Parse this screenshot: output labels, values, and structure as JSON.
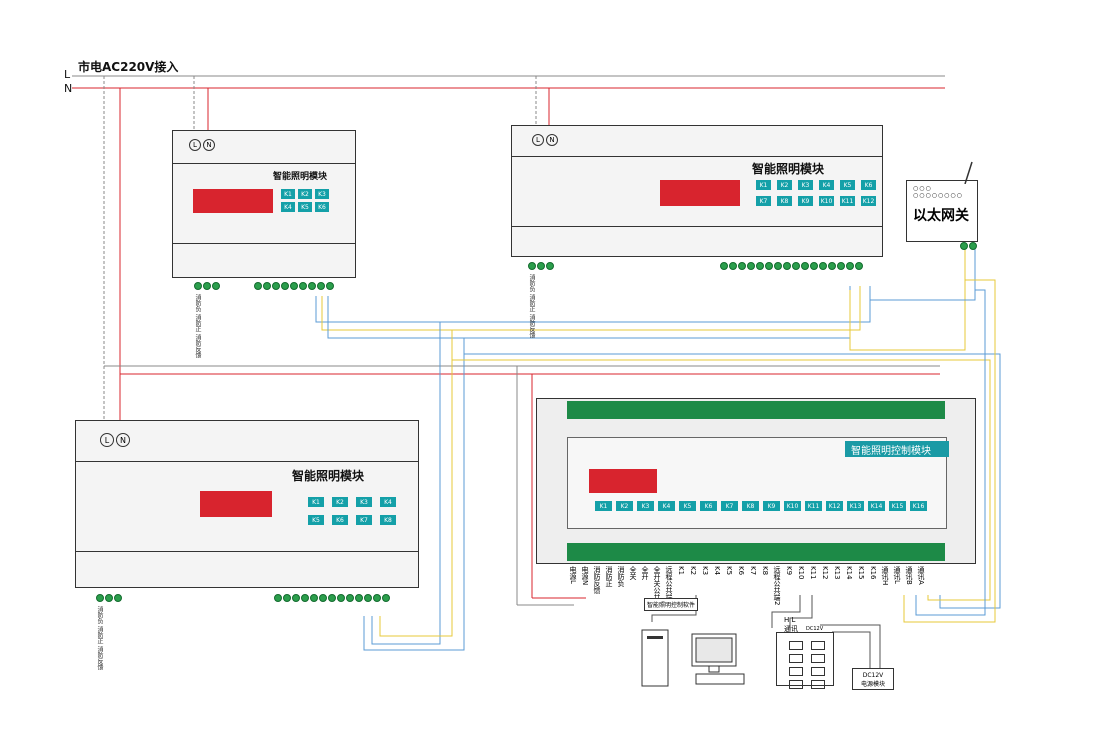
{
  "power": {
    "title": "市电AC220V接入",
    "L": "L",
    "N": "N"
  },
  "module_title": "智能照明模块",
  "ln": {
    "L": "L",
    "N": "N"
  },
  "keys6": [
    "K1",
    "K2",
    "K3",
    "K4",
    "K5",
    "K6"
  ],
  "keys8": [
    "K1",
    "K2",
    "K3",
    "K4",
    "K5",
    "K6",
    "K7",
    "K8"
  ],
  "keys12": [
    "K1",
    "K2",
    "K3",
    "K4",
    "K5",
    "K6",
    "K7",
    "K8",
    "K9",
    "K10",
    "K11",
    "K12"
  ],
  "fire_labels": [
    "消防负",
    "消防正",
    "消防反馈"
  ],
  "gateway": {
    "label": "以太网关"
  },
  "control": {
    "title": "智能照明控制模块",
    "keys": [
      "K1",
      "K2",
      "K3",
      "K4",
      "K5",
      "K6",
      "K7",
      "K8",
      "K9",
      "K10",
      "K11",
      "K12",
      "K13",
      "K14",
      "K15",
      "K16"
    ],
    "bottom_labels": [
      "电源L",
      "电源N",
      "消防反馈",
      "消防正",
      "消防负",
      "全关",
      "全开",
      "全开关公共端",
      "远程公共端1",
      "K1",
      "K2",
      "K3",
      "K4",
      "K5",
      "K6",
      "K7",
      "K8",
      "远程公共端2",
      "K9",
      "K10",
      "K11",
      "K12",
      "K13",
      "K14",
      "K15",
      "K16",
      "通讯H",
      "通讯L",
      "通讯B",
      "通讯A"
    ]
  },
  "pc_label": "智能照明控制软件",
  "panel": {
    "top": "H L",
    "label": "通讯",
    "sub": "DC12V"
  },
  "psu": {
    "line1": "DC12V",
    "line2": "电源模块"
  },
  "colors": {
    "red": "#d8242e",
    "teal": "#14a0a8",
    "green": "#1d8a47",
    "wire_blue": "#5b9bd5",
    "wire_yellow": "#e7c83a"
  }
}
